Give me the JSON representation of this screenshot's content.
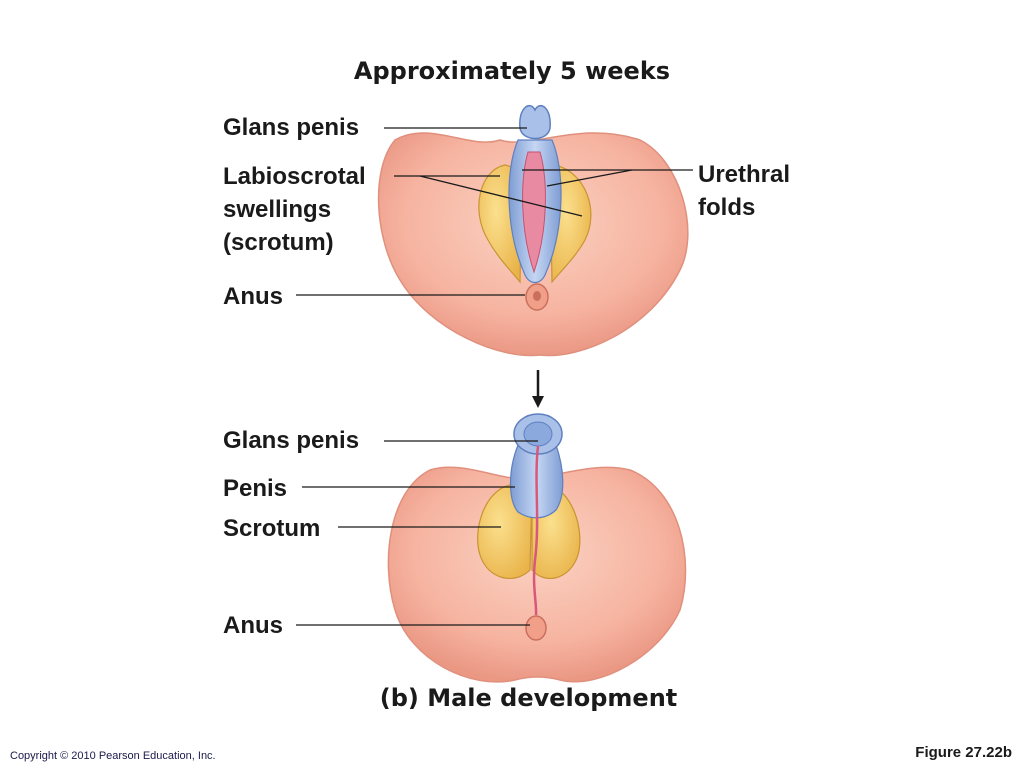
{
  "panel_top": {
    "title": "Approximately 5 weeks",
    "labels": {
      "glans": "Glans penis",
      "labioscrotal_1": "Labioscrotal",
      "labioscrotal_2": "swellings",
      "labioscrotal_3": "(scrotum)",
      "anus": "Anus",
      "urethral_1": "Urethral",
      "urethral_2": "folds"
    }
  },
  "panel_bottom": {
    "labels": {
      "glans": "Glans penis",
      "penis": "Penis",
      "scrotum": "Scrotum",
      "anus": "Anus"
    },
    "caption": "(b) Male development"
  },
  "footer": {
    "copyright": "Copyright © 2010 Pearson Education, Inc.",
    "figure": "Figure 27.22b"
  },
  "colors": {
    "skin": "#f6b6a2",
    "skin_dark": "#e8947e",
    "scrotum": "#f0c35a",
    "glans": "#9fb8e2",
    "urethra": "#e56f8f",
    "leader": "#1a1a1a"
  }
}
